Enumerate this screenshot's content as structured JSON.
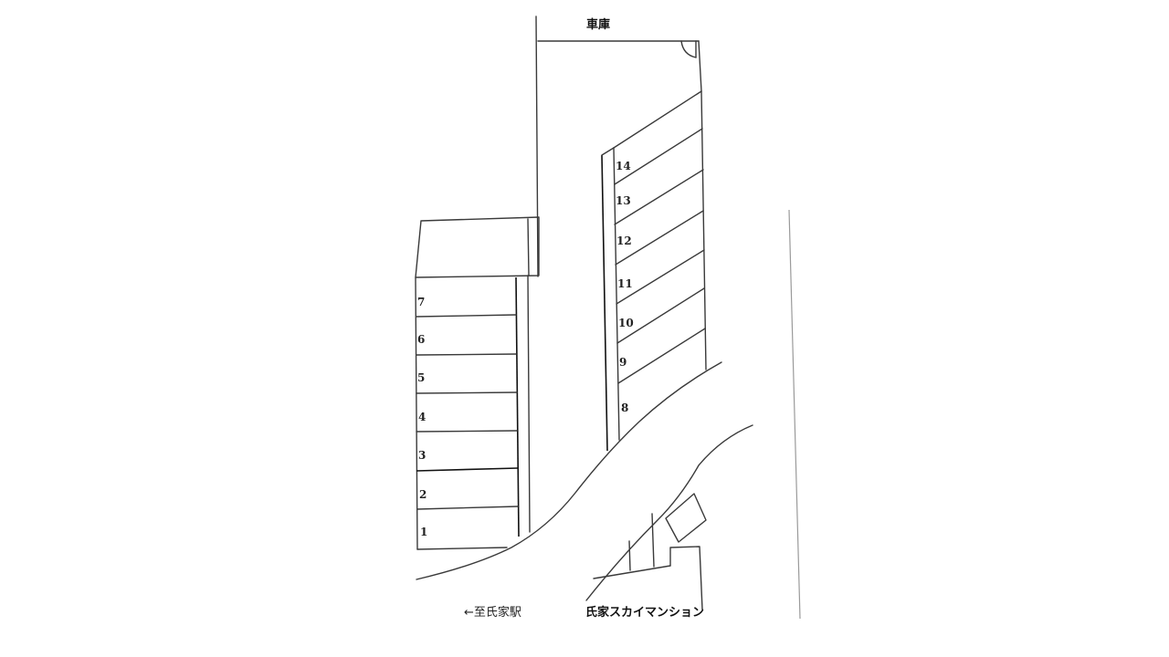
{
  "labels": {
    "garage": "車庫",
    "station": "←至氏家駅",
    "mansion": "氏家スカイマンション"
  },
  "left_block": {
    "slots": [
      "7",
      "6",
      "5",
      "4",
      "3",
      "2",
      "1"
    ]
  },
  "right_block": {
    "slots": [
      "14",
      "13",
      "12",
      "11",
      "10",
      "9",
      "8"
    ]
  },
  "colors": {
    "line": "#3a3a3a",
    "background": "#ffffff",
    "text": "#111111"
  }
}
